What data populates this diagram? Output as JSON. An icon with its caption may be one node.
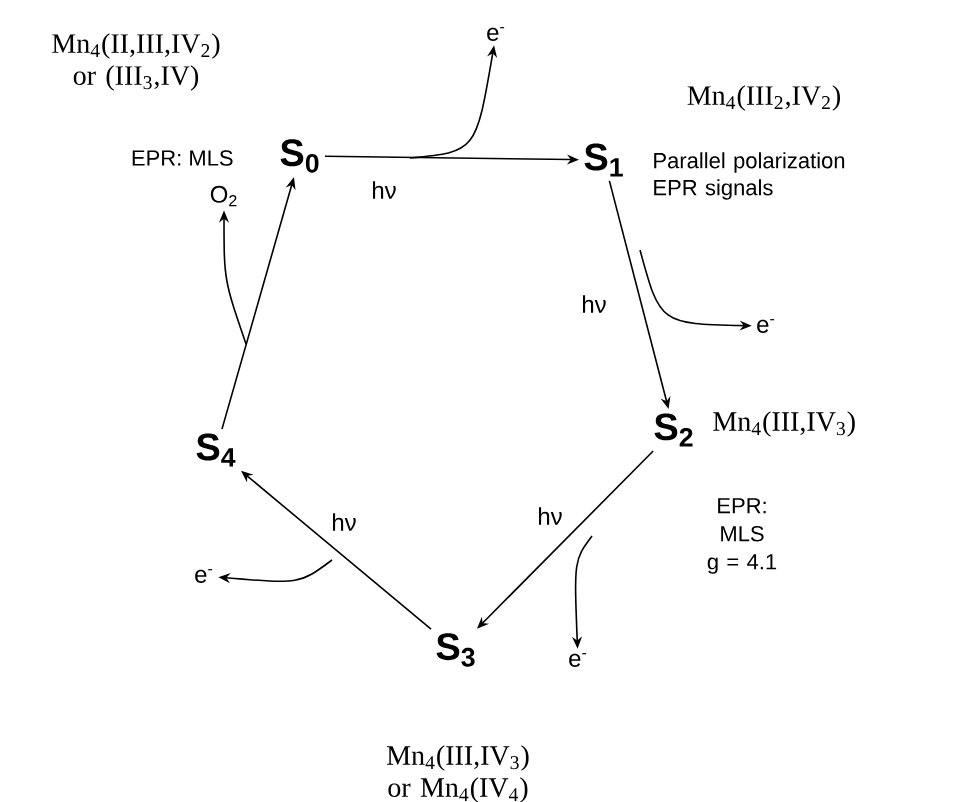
{
  "diagram": {
    "nodes": [
      {
        "text": [
          "S$_{0}$"
        ],
        "beside": [
          "Mn$_{4}$(II,III,IV$_{2}$) or (III$_{3}$,IV)"
        ]
      },
      {
        "text": [
          "S$_{1}$"
        ],
        "beside": [
          "Mn$_{4}$(III$_{2}$,IV$_{2}$)",
          "Parallel polarization EPR signals"
        ]
      },
      {
        "text": [
          "S$_{2}$"
        ],
        "beside": [
          "Mn$_{4}$(III,IV$_{3}$)",
          "EPR: MLS g = 4.1"
        ]
      },
      {
        "text": [
          "S$_{3}$"
        ],
        "beside": [
          "Mn$_{4}$(III,IV$_{3}$) or Mn$_{4}$(IV$_{4}$)"
        ]
      },
      {
        "text": [
          "S$_{4}$"
        ]
      },
      {
        "text": [
          "e$^{-}$"
        ]
      },
      {
        "text": [
          "e$^{-}$"
        ]
      },
      {
        "text": [
          "e$^{-}$"
        ]
      },
      {
        "text": [
          "e$^{-}$"
        ]
      },
      {
        "text": [
          "O$_{2}$"
        ]
      }
    ],
    "edges": [
      {
        "from": 0,
        "to": 1,
        "arrow": "to",
        "label": "hν"
      },
      {
        "from": 1,
        "to": 2,
        "arrow": "to",
        "label": "hν"
      },
      {
        "from": 2,
        "to": 3,
        "arrow": "to",
        "label": "hν"
      },
      {
        "from": 3,
        "to": 4,
        "arrow": "to",
        "label": "hν"
      },
      {
        "from": 4,
        "to": 0,
        "arrow": "to"
      },
      {
        "from": null,
        "to": 5,
        "arrow": "to"
      },
      {
        "from": null,
        "to": 6,
        "arrow": "to"
      },
      {
        "from": null,
        "to": 7,
        "arrow": "to"
      },
      {
        "from": null,
        "to": 8,
        "arrow": "to"
      },
      {
        "from": null,
        "to": 9,
        "arrow": "to"
      }
    ],
    "labels": [
      "EPR: MLS"
    ]
  }
}
